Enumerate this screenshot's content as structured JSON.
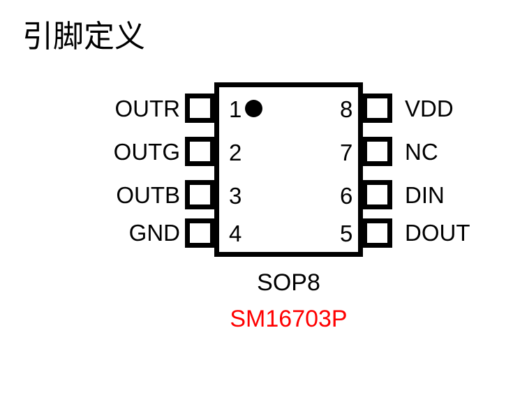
{
  "page": {
    "title": "引脚定义",
    "background_color": "#ffffff"
  },
  "diagram": {
    "package_name": "SOP8",
    "part_number": "SM16703P",
    "part_number_color": "#ff0000",
    "body_color": "#ffffff",
    "outline_color": "#000000",
    "pin1_marker": "pin1-dot",
    "pins_left": [
      {
        "number": "1",
        "signal": "OUTR"
      },
      {
        "number": "2",
        "signal": "OUTG"
      },
      {
        "number": "3",
        "signal": "OUTB"
      },
      {
        "number": "4",
        "signal": "GND"
      }
    ],
    "pins_right": [
      {
        "number": "8",
        "signal": "VDD"
      },
      {
        "number": "7",
        "signal": "NC"
      },
      {
        "number": "6",
        "signal": "DIN"
      },
      {
        "number": "5",
        "signal": "DOUT"
      }
    ]
  }
}
